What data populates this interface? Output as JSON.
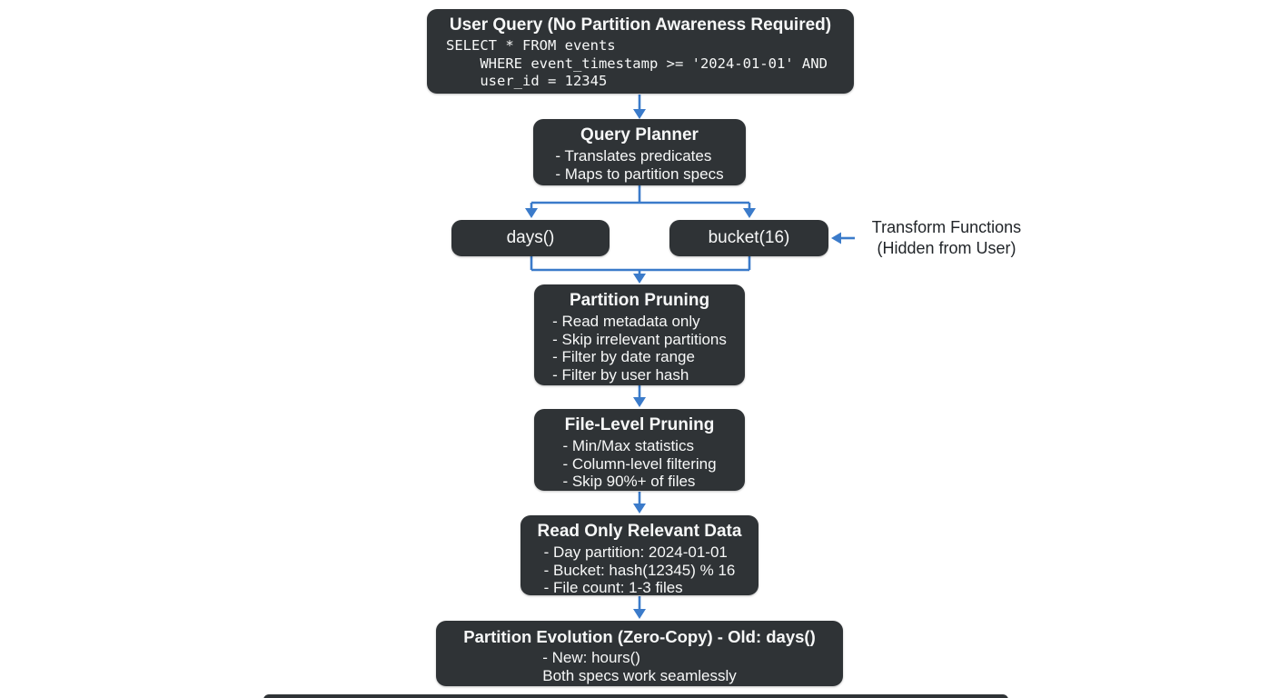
{
  "colors": {
    "node_bg": "#2f3336",
    "node_text": "#f7f8f8",
    "arrow": "#3b7bca",
    "annotation_text": "#212529",
    "page_bg": "#ffffff"
  },
  "nodes": {
    "user_query": {
      "title": "User Query (No Partition Awareness Required)",
      "code": [
        "SELECT * FROM events",
        "    WHERE event_timestamp >= '2024-01-01' AND",
        "    user_id = 12345"
      ]
    },
    "query_planner": {
      "title": "Query Planner",
      "bullets": [
        "- Translates predicates",
        "- Maps to partition specs"
      ]
    },
    "days_transform": {
      "label": "days()"
    },
    "bucket_transform": {
      "label": "bucket(16)"
    },
    "partition_pruning": {
      "title": "Partition Pruning",
      "bullets": [
        "- Read metadata only",
        "- Skip irrelevant partitions",
        "- Filter by date range",
        "- Filter by user hash"
      ]
    },
    "file_level_pruning": {
      "title": "File-Level Pruning",
      "bullets": [
        "- Min/Max statistics",
        "- Column-level filtering",
        "- Skip 90%+ of files"
      ]
    },
    "read_only_relevant_data": {
      "title": "Read Only Relevant Data",
      "bullets": [
        "- Day partition: 2024-01-01",
        "- Bucket: hash(12345) % 16",
        "- File count: 1-3 files"
      ]
    },
    "partition_evolution": {
      "title": "Partition Evolution (Zero-Copy) - Old: days()",
      "lines": [
        "- New: hours()",
        "Both specs work seamlessly"
      ]
    }
  },
  "annotation": {
    "line1": "Transform Functions",
    "line2": "(Hidden from User)"
  }
}
